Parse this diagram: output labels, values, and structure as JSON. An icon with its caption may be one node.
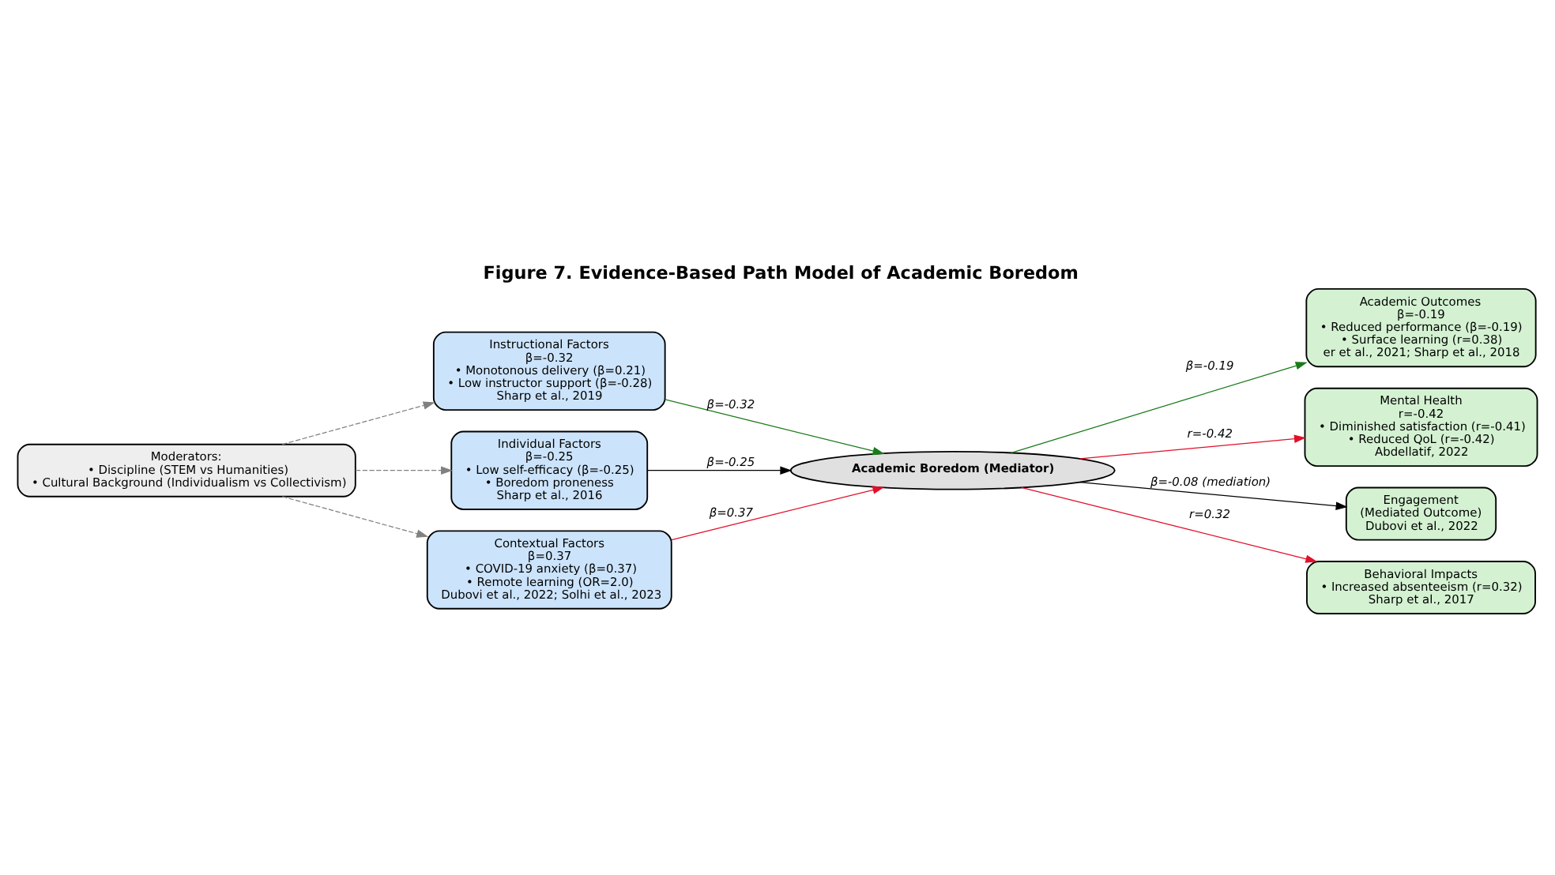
{
  "diagram": {
    "title": "Figure 7. Evidence-Based Path Model of Academic Boredom",
    "nodes": [
      {
        "text": [
          "Moderators:",
          "• Discipline (STEM vs Humanities)",
          "• Cultural Background (Individualism vs Collectivism)"
        ]
      },
      {
        "text": [
          "Instructional Factors",
          "β=-0.32",
          "• Monotonous delivery (β=0.21)",
          "• Low instructor support (β=-0.28)",
          "Sharp et al., 2019"
        ]
      },
      {
        "text": [
          "Individual Factors",
          "β=-0.25",
          "• Low self-efficacy (β=-0.25)",
          "• Boredom proneness",
          "Sharp et al., 2016"
        ]
      },
      {
        "text": [
          "Contextual Factors",
          "β=0.37",
          "• COVID-19 anxiety (β=0.37)",
          "• Remote learning (OR=2.0)",
          "Dubovi et al., 2022; Solhi et al., 2023"
        ]
      },
      {
        "text": [
          "Academic Boredom (Mediator)"
        ]
      },
      {
        "text": [
          "Academic Outcomes",
          "β=-0.19",
          "• Reduced performance (β=-0.19)",
          "• Surface learning (r=0.38)",
          "er et al., 2021; Sharp et al., 2018"
        ]
      },
      {
        "text": [
          "Mental Health",
          "r=-0.42",
          "• Diminished satisfaction (r=-0.41)",
          "• Reduced QoL (r=-0.42)",
          "Abdellatif, 2022"
        ]
      },
      {
        "text": [
          "Engagement",
          "(Mediated Outcome)",
          "Dubovi et al., 2022"
        ]
      },
      {
        "text": [
          "Behavioral Impacts",
          "• Increased absenteeism (r=0.32)",
          "Sharp et al., 2017"
        ]
      }
    ],
    "edges": [
      {
        "from": 0,
        "to": 1,
        "arrow": "to",
        "style": "dashed",
        "color": "#808080"
      },
      {
        "from": 0,
        "to": 2,
        "arrow": "to",
        "style": "dashed",
        "color": "#808080"
      },
      {
        "from": 0,
        "to": 3,
        "arrow": "to",
        "style": "dashed",
        "color": "#808080"
      },
      {
        "from": 1,
        "to": 4,
        "arrow": "to",
        "label": "β=-0.32",
        "color": "#1a7a1a"
      },
      {
        "from": 2,
        "to": 4,
        "arrow": "to",
        "label": "β=-0.25",
        "color": "#000000"
      },
      {
        "from": 3,
        "to": 4,
        "arrow": "to",
        "label": "β=0.37",
        "color": "#e0102a"
      },
      {
        "from": 4,
        "to": 5,
        "arrow": "to",
        "label": "β=-0.19",
        "color": "#1a7a1a"
      },
      {
        "from": 4,
        "to": 6,
        "arrow": "to",
        "label": "r=-0.42",
        "color": "#e0102a"
      },
      {
        "from": 4,
        "to": 7,
        "arrow": "to",
        "label": "β=-0.08 (mediation)",
        "color": "#000000"
      },
      {
        "from": 4,
        "to": 8,
        "arrow": "to",
        "label": "r=0.32",
        "color": "#e0102a"
      }
    ]
  }
}
